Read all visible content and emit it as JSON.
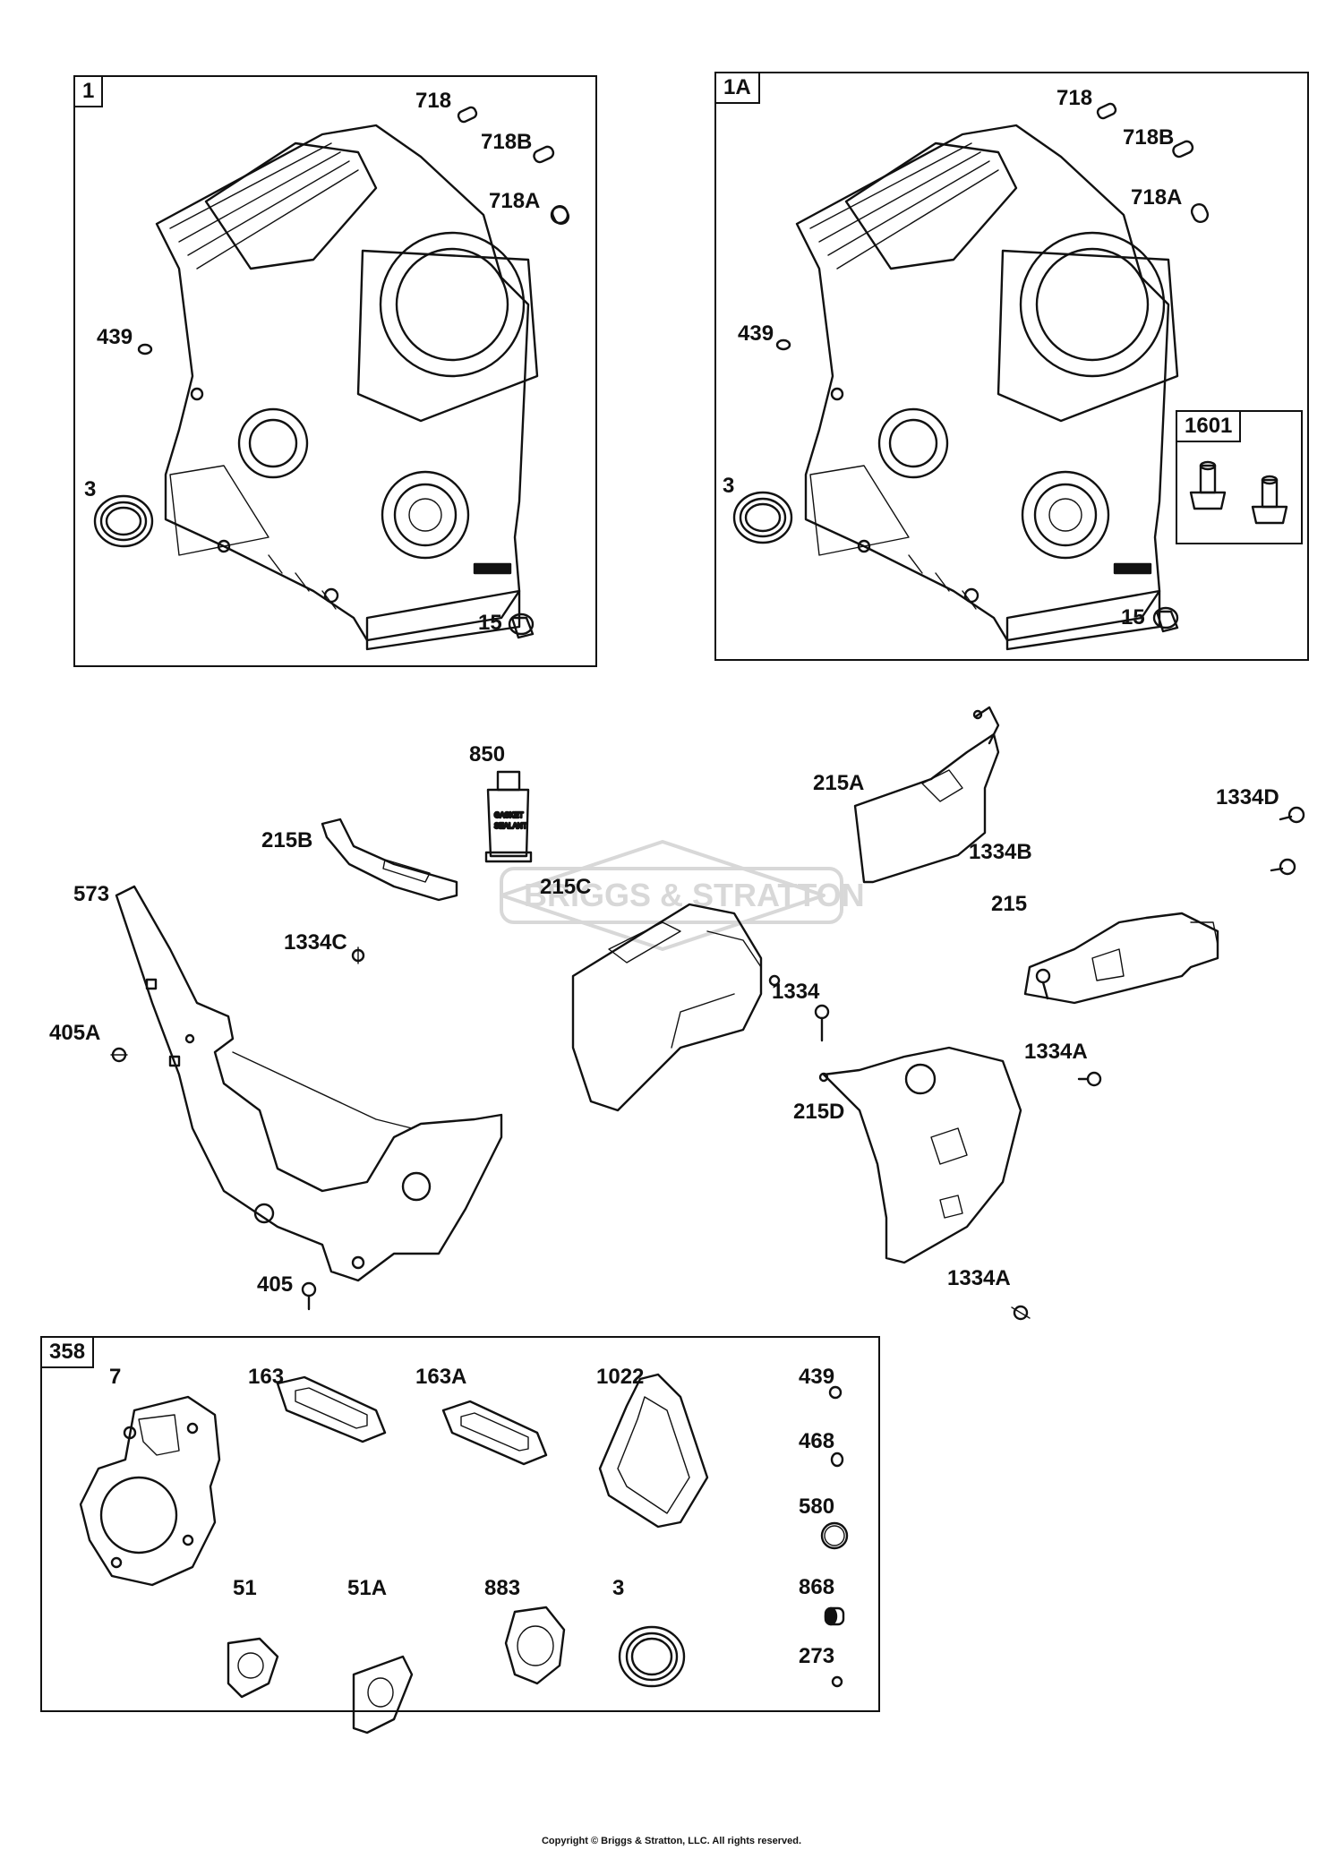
{
  "frames": {
    "frame_1": "1",
    "frame_1a": "1A",
    "frame_1601": "1601",
    "frame_358": "358"
  },
  "labels": {
    "f1_718": "718",
    "f1_718b": "718B",
    "f1_718a": "718A",
    "f1_439": "439",
    "f1_3": "3",
    "f1_15": "15",
    "f1a_718": "718",
    "f1a_718b": "718B",
    "f1a_718a": "718A",
    "f1a_439": "439",
    "f1a_3": "3",
    "f1a_15": "15",
    "p850": "850",
    "p215b": "215B",
    "p573": "573",
    "p1334c": "1334C",
    "p405a": "405A",
    "p405": "405",
    "p215c": "215C",
    "p1334": "1334",
    "p215a": "215A",
    "p1334d": "1334D",
    "p1334b": "1334B",
    "p215": "215",
    "p1334a_1": "1334A",
    "p215d": "215D",
    "p1334a_2": "1334A",
    "k7": "7",
    "k163": "163",
    "k163a": "163A",
    "k1022": "1022",
    "k439": "439",
    "k468": "468",
    "k580": "580",
    "k868": "868",
    "k273": "273",
    "k51": "51",
    "k51a": "51A",
    "k883": "883",
    "k3": "3"
  },
  "tube_text": {
    "line1": "GASKET",
    "line2": "SEALANT"
  },
  "watermark": "BRIGGS & STRATTON",
  "copyright": "Copyright © Briggs & Stratton, LLC. All rights reserved."
}
